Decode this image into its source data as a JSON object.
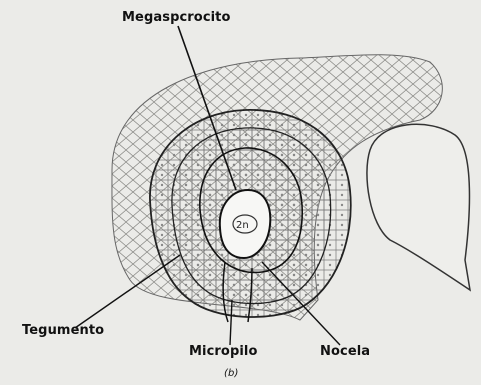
{
  "labels": {
    "megasporocyte": "Megaspcrocito",
    "integument": "Tegumento",
    "micropyle": "Micropilo",
    "nucellus": "Nocela",
    "panel": "(b)"
  },
  "cell_label": "2n"
}
